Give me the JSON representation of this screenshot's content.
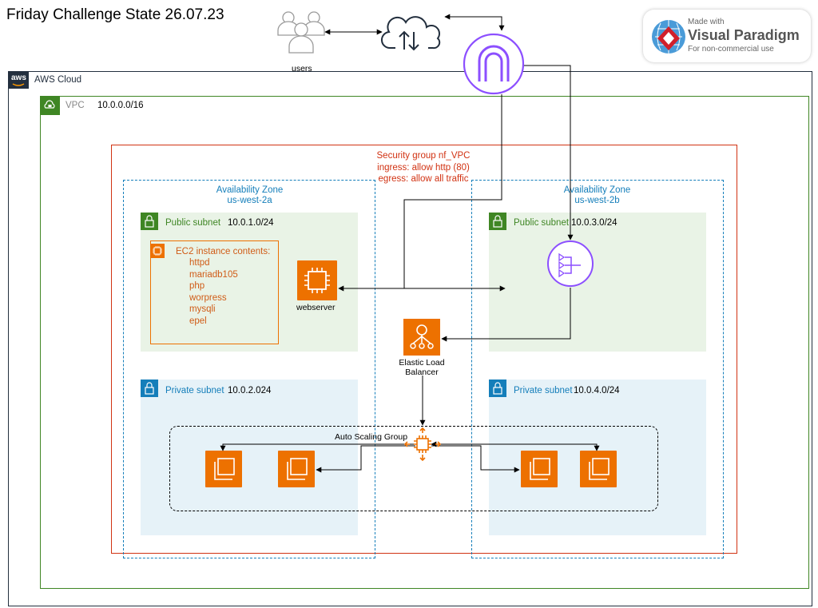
{
  "title": "Friday Challenge State 26.07.23",
  "users_label": "users",
  "aws_cloud_label": "AWS Cloud",
  "aws_logo_text": "aws",
  "vpc": {
    "label": "VPC",
    "cidr": "10.0.0.0/16"
  },
  "security_group": {
    "title": "Security group nf_VPC",
    "ingress": "ingress: allow http (80)",
    "egress": "egress: allow all traffic"
  },
  "az_a": {
    "title": "Availability Zone",
    "name": "us-west-2a"
  },
  "az_b": {
    "title": "Availability Zone",
    "name": "us-west-2b"
  },
  "public_subnet_a": {
    "label": "Public subnet",
    "cidr": "10.0.1.0/24"
  },
  "public_subnet_b": {
    "label": "Public subnet",
    "cidr": "10.0.3.0/24"
  },
  "private_subnet_a": {
    "label": "Private subnet",
    "cidr": "10.0.2.024"
  },
  "private_subnet_b": {
    "label": "Private subnet",
    "cidr": "10.0.4.0/24"
  },
  "ec2_contents": {
    "title": "EC2 instance contents:",
    "items": [
      "httpd",
      "mariadb105",
      "php",
      "worpress",
      "mysqli",
      "epel"
    ]
  },
  "webserver_label": "webserver",
  "elb_label_line1": "Elastic Load",
  "elb_label_line2": "Balancer",
  "asg_label": "Auto Scaling Group",
  "badge": {
    "line1": "Made with",
    "line2": "Visual Paradigm",
    "line3": "For non-commercial use"
  },
  "colors": {
    "aws_border": "#232f3e",
    "vpc_green": "#3f8624",
    "security_red": "#d13212",
    "az_blue": "#147eba",
    "public_fill": "#e9f3e6",
    "private_fill": "#e6f2f8",
    "ec2_orange": "#ed7100",
    "gateway_purple": "#8c4fff"
  },
  "icons": [
    "users-icon",
    "cloud-upload-download-icon",
    "internet-gateway-icon",
    "nat-gateway-icon",
    "ec2-instance-icon",
    "elastic-load-balancer-icon",
    "auto-scaling-icon",
    "lock-icon",
    "vpc-icon",
    "aws-logo-icon"
  ]
}
